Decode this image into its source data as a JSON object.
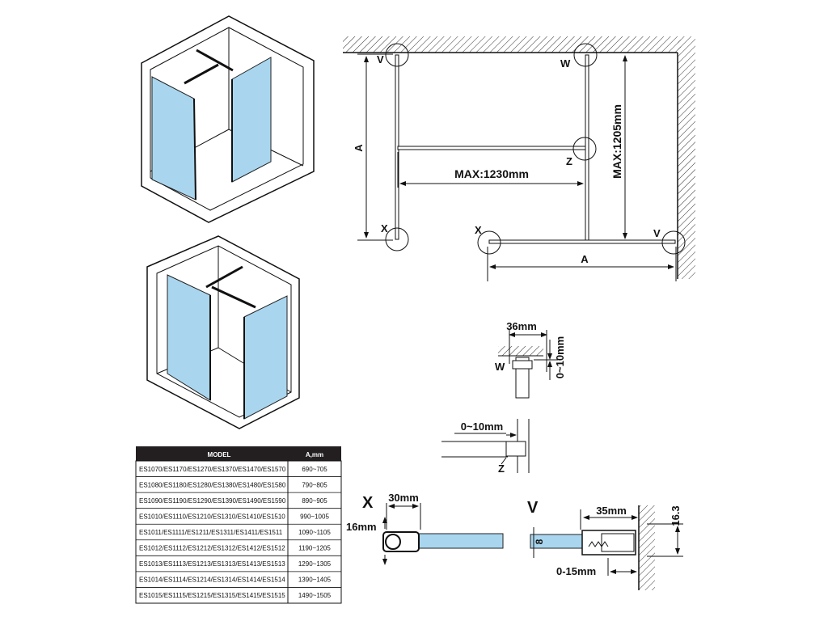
{
  "plan": {
    "labels": {
      "v_left": "V",
      "w": "W",
      "z": "Z",
      "x_left": "X",
      "x_bottom": "X",
      "v_bottom": "V"
    },
    "dimensions": {
      "a_vertical": "A",
      "a_horizontal": "A",
      "max_width": "MAX:1230mm",
      "max_height": "MAX:1205mm"
    }
  },
  "detail_w": {
    "label": "W",
    "width": "36mm",
    "offset": "0~10mm"
  },
  "detail_z": {
    "label": "Z",
    "offset": "0~10mm"
  },
  "detail_x": {
    "label": "X",
    "width": "30mm",
    "height": "16mm"
  },
  "detail_v": {
    "label": "V",
    "width": "35mm",
    "height": "16.3",
    "glass": "8",
    "gap": "0-15mm"
  },
  "table": {
    "headers": [
      "MODEL",
      "A,mm"
    ],
    "rows": [
      {
        "model": "ES1070/ES1170/ES1270/ES1370/ES1470/ES1570",
        "a": "690~705"
      },
      {
        "model": "ES1080/ES1180/ES1280/ES1380/ES1480/ES1580",
        "a": "790~805"
      },
      {
        "model": "ES1090/ES1190/ES1290/ES1390/ES1490/ES1590",
        "a": "890~905"
      },
      {
        "model": "ES1010/ES1110/ES1210/ES1310/ES1410/ES1510",
        "a": "990~1005"
      },
      {
        "model": "ES1011/ES1111/ES1211/ES1311/ES1411/ES1511",
        "a": "1090~1105"
      },
      {
        "model": "ES1012/ES1112/ES1212/ES1312/ES1412/ES1512",
        "a": "1190~1205"
      },
      {
        "model": "ES1013/ES1113/ES1213/ES1313/ES1413/ES1513",
        "a": "1290~1305"
      },
      {
        "model": "ES1014/ES1114/ES1214/ES1314/ES1414/ES1514",
        "a": "1390~1405"
      },
      {
        "model": "ES1015/ES1115/ES1215/ES1315/ES1415/ES1515",
        "a": "1490~1505"
      }
    ]
  },
  "colors": {
    "glass": "#a9d6ee",
    "table_header": "#231f20",
    "line": "#111111"
  }
}
